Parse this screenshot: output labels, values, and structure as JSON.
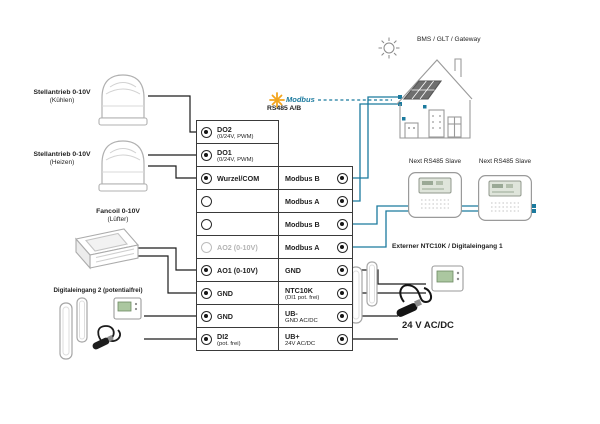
{
  "left_devices": {
    "actuator_cooling": {
      "label": "Stellantrieb 0-10V",
      "sub": "(Kühlen)"
    },
    "actuator_heating": {
      "label": "Stellantrieb 0-10V",
      "sub": "(Heizen)"
    },
    "fancoil": {
      "label": "Fancoil 0-10V",
      "sub": "(Lüfter)"
    },
    "digital_input_2": {
      "label": "Digitaleingang 2 (potentialfrei)"
    }
  },
  "bus_labels": {
    "modbus": "Modbus",
    "rs485": "RS485 A/B",
    "gateway": "BMS / GLT / Gateway"
  },
  "right_devices": {
    "slave_1": {
      "label": "Next RS485 Slave"
    },
    "slave_2": {
      "label": "Next RS485 Slave"
    },
    "external_input": {
      "label": "Externer NTC10K / Digitaleingang 1"
    },
    "power": {
      "label": "24 V AC/DC"
    }
  },
  "terminals": {
    "left": [
      {
        "label": "DO2",
        "sub": "(0/24V, PWM)",
        "state": "connected"
      },
      {
        "label": "DO1",
        "sub": "(0/24V, PWM)",
        "state": "connected"
      },
      {
        "label": "Wurzel/COM",
        "sub": "",
        "state": "connected"
      },
      {
        "label": "",
        "sub": "",
        "state": "empty"
      },
      {
        "label": "",
        "sub": "",
        "state": "empty"
      },
      {
        "label": "AO2 (0-10V)",
        "sub": "",
        "state": "disabled"
      },
      {
        "label": "AO1 (0-10V)",
        "sub": "",
        "state": "connected"
      },
      {
        "label": "GND",
        "sub": "",
        "state": "connected"
      },
      {
        "label": "GND",
        "sub": "",
        "state": "connected"
      },
      {
        "label": "DI2",
        "sub": "(pot. frei)",
        "state": "connected"
      }
    ],
    "right": [
      {
        "label": "Modbus B",
        "sub": ""
      },
      {
        "label": "Modbus A",
        "sub": ""
      },
      {
        "label": "Modbus B",
        "sub": ""
      },
      {
        "label": "Modbus A",
        "sub": ""
      },
      {
        "label": "GND",
        "sub": ""
      },
      {
        "label": "NTC10K",
        "sub": "(DI1 pot. frei)"
      },
      {
        "label": "UB-",
        "sub": "GND AC/DC"
      },
      {
        "label": "UB+",
        "sub": "24V AC/DC"
      }
    ]
  },
  "colors": {
    "modbus_wire": "#1b7a9e",
    "modbus_star": "#f2a51f",
    "wire": "#1c1c1c"
  }
}
